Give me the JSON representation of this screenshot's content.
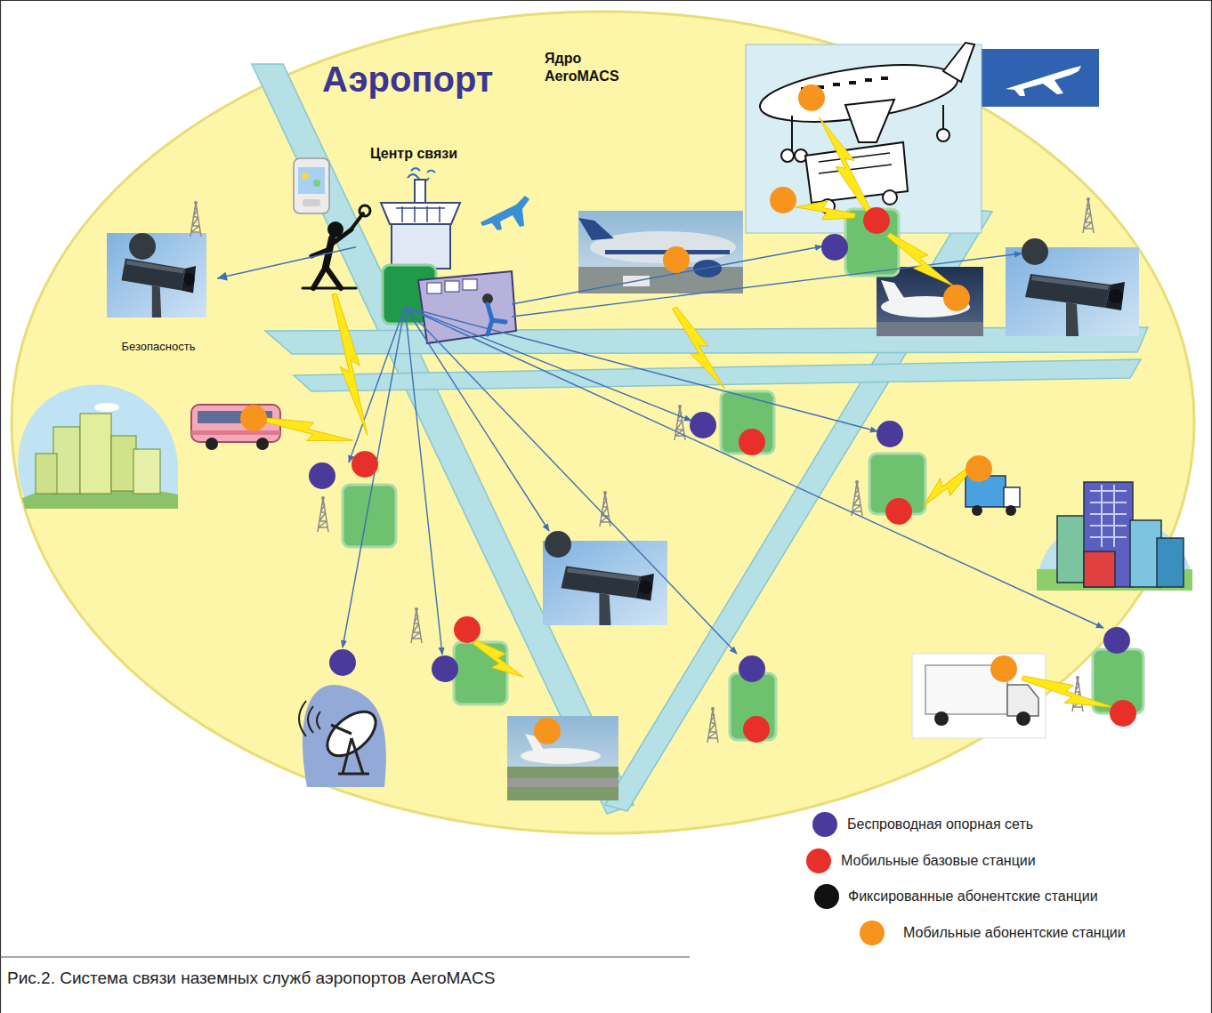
{
  "diagram": {
    "caption": "Рис.2. Система связи наземных служб аэропортов AeroMACS",
    "nodes": [
      {
        "text": [
          "Аэропорт",
          "Ядро AeroMACS"
        ]
      },
      {
        "text": [
          "Центр связи"
        ],
        "in": 0
      },
      {
        "text": [
          "Безопасность"
        ],
        "in": 0
      }
    ],
    "edges": [
      {
        "from": 1,
        "to": 2,
        "arrow": "to"
      }
    ],
    "legend": [
      {
        "text": "Беспроводная опорная сеть",
        "color": "#4a3a9c"
      },
      {
        "text": "Мобильные базовые станции",
        "color": "#e8302a"
      },
      {
        "text": "Фиксированные абонентские станции",
        "color": "#111111"
      },
      {
        "text": "Мобильные абонентские станции",
        "color": "#f7941d"
      }
    ]
  }
}
